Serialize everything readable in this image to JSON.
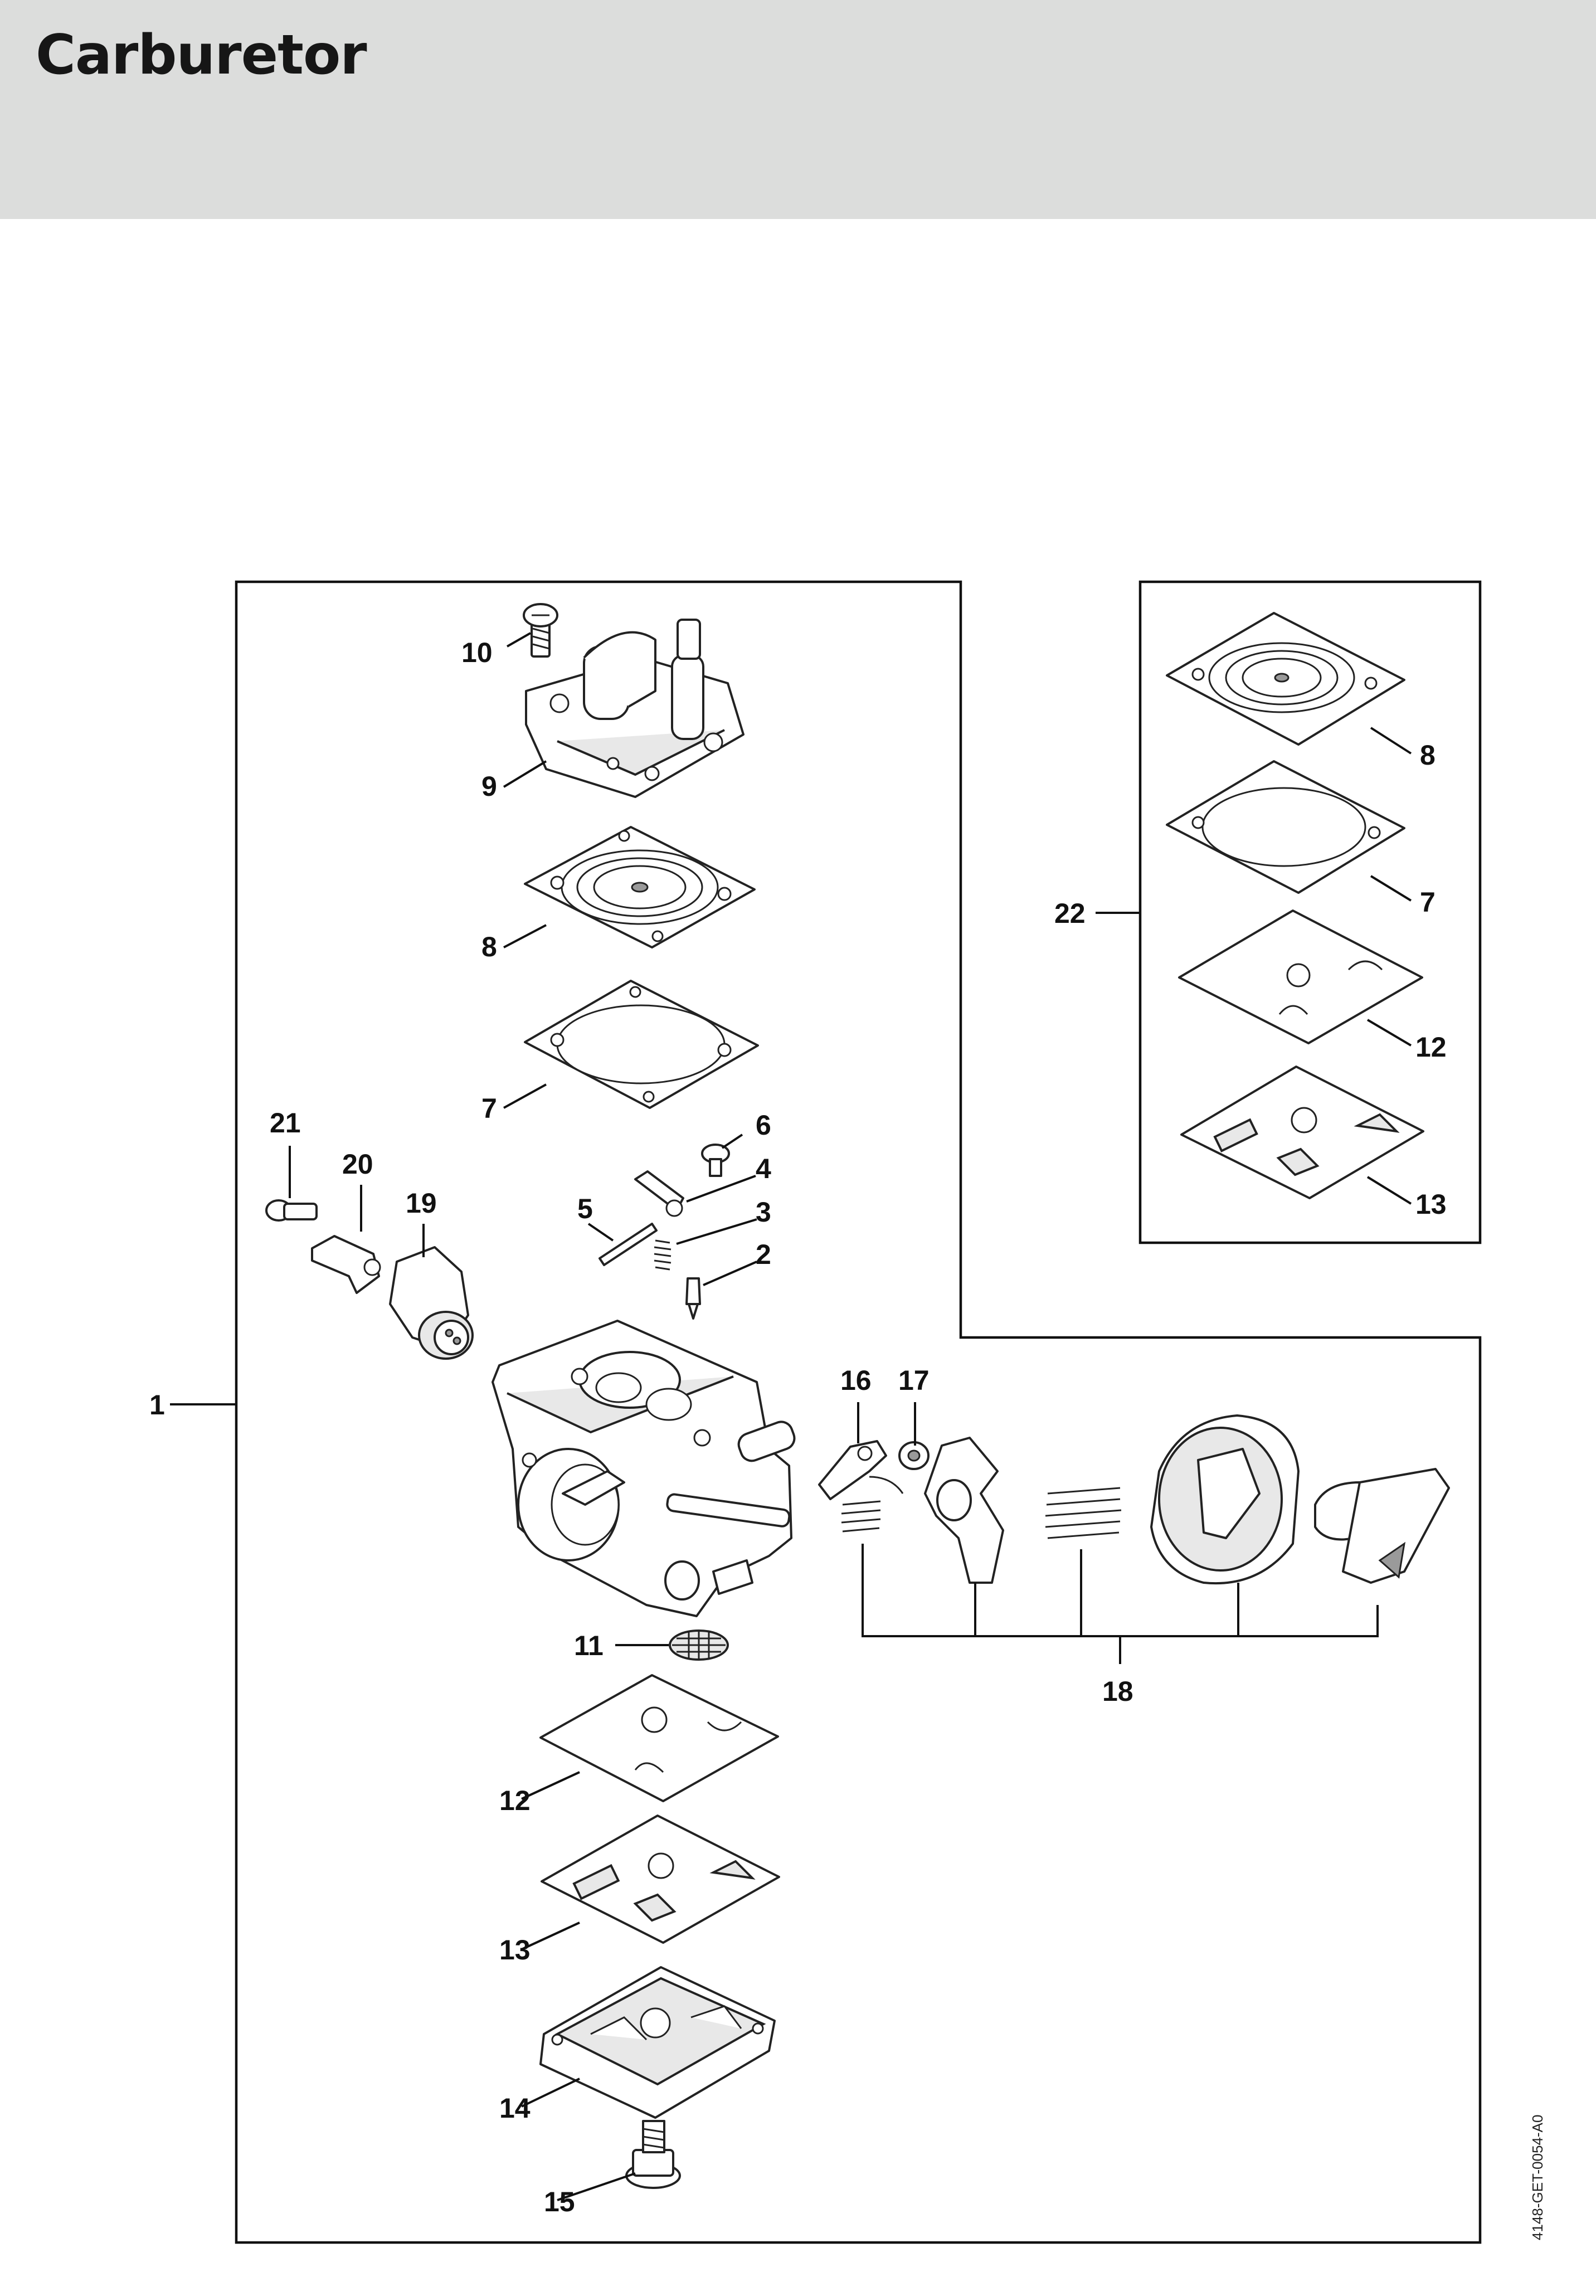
{
  "header": {
    "title": "Carburetor"
  },
  "diagram": {
    "document_code": "4148-GET-0054-A0",
    "callouts": {
      "main_assembly": "1",
      "kit": "22",
      "c2": "2",
      "c3": "3",
      "c4": "4",
      "c5": "5",
      "c6": "6",
      "c7": "7",
      "c8": "8",
      "c9": "9",
      "c10": "10",
      "c11": "11",
      "c12": "12",
      "c13": "13",
      "c14": "14",
      "c15": "15",
      "c16": "16",
      "c17": "17",
      "c18": "18",
      "c19": "19",
      "c20": "20",
      "c21": "21",
      "kit_c8": "8",
      "kit_c7": "7",
      "kit_c12": "12",
      "kit_c13": "13"
    }
  },
  "colors": {
    "header_band": "#dcdddc",
    "line_art": "#222222"
  }
}
